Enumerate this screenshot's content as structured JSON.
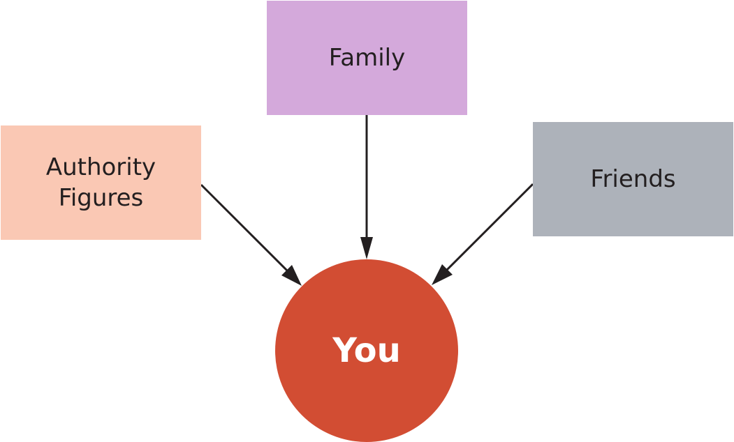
{
  "diagram": {
    "center": {
      "label": "You",
      "color": "#d24d33",
      "text_color": "#ffffff"
    },
    "sources": [
      {
        "id": "family",
        "label": "Family",
        "color": "#d4a9db"
      },
      {
        "id": "authority",
        "label": "Authority\nFigures",
        "color": "#fac8b4"
      },
      {
        "id": "friends",
        "label": "Friends",
        "color": "#adb2ba"
      }
    ],
    "arrow_color": "#231f20"
  }
}
